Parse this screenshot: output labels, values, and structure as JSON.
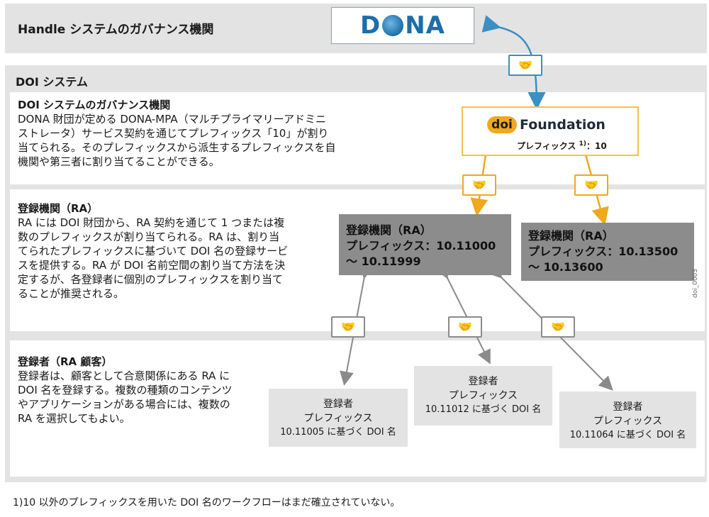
{
  "header": {
    "title": "Handle システムのガバナンス機関"
  },
  "dona": {
    "logo_text": "DONA",
    "logo_color": "#1c6fa8"
  },
  "doi_system": {
    "label": "DOI システム"
  },
  "governance": {
    "title": "DOI システムのガバナンス機関",
    "lines": [
      "DONA 財団が定める DONA-MPA（マルチプライマリーアドミニ",
      "ストレータ）サービス契約を通じてプレフィックス「10」が割り",
      "当てられる。そのプレフィックスから派生するプレフィックスを自",
      "機関や第三者に割り当てることができる。"
    ]
  },
  "foundation": {
    "badge": "doi",
    "name": "Foundation",
    "prefix": "プレフィックス",
    "sup": "1)",
    "prefix_value": "：10",
    "border_color": "#f4c048"
  },
  "ra_section": {
    "title": "登録機関（RA）",
    "lines": [
      "RA には DOI 財団から、RA 契約を通じて 1 つまたは複",
      "数のプレフィックスが割り当てられる。RA は、割り当",
      "てられたプレフィックスに基づいて DOI 名の登録サービ",
      "スを提供する。RA が DOI 名前空間の割り当て方法を決",
      "定するが、各登録者に個別のプレフィックスを割り当て",
      "ることが推奨される。"
    ]
  },
  "ra_boxes": [
    {
      "title": "登録機関（RA）",
      "prefix": "プレフィックス：10.11000",
      "range": "～ 10.11999"
    },
    {
      "title": "登録機関（RA）",
      "prefix": "プレフィックス：10.13500",
      "range": "～ 10.13600"
    }
  ],
  "registrant_section": {
    "title": "登録者（RA 顧客）",
    "lines": [
      "登録者は、顧客として合意関係にある RA に",
      "DOI 名を登録する。複数の種類のコンテンツ",
      "やアプリケーションがある場合には、複数の",
      "RA を選択してもよい。"
    ]
  },
  "registrants": [
    {
      "title": "登録者",
      "prefix": "プレフィックス",
      "note": "10.11005 に基づく DOI 名"
    },
    {
      "title": "登録者",
      "prefix": "プレフィックス",
      "note": "10.11012 に基づく DOI 名"
    },
    {
      "title": "登録者",
      "prefix": "プレフィックス",
      "note": "10.11064 に基づく DOI 名"
    }
  ],
  "handshake_icon": "handshake-icon",
  "side_label": "doi_0003",
  "footnote": "1)10 以外のプレフィックスを用いた DOI 名のワークフローはまだ確立されていない。",
  "colors": {
    "band": "#e3e3e3",
    "ra_box": "#8c8c8c",
    "blue": "#3a8fc4",
    "gold": "#f0a81c",
    "gray_arrow": "#8a8a8a"
  }
}
